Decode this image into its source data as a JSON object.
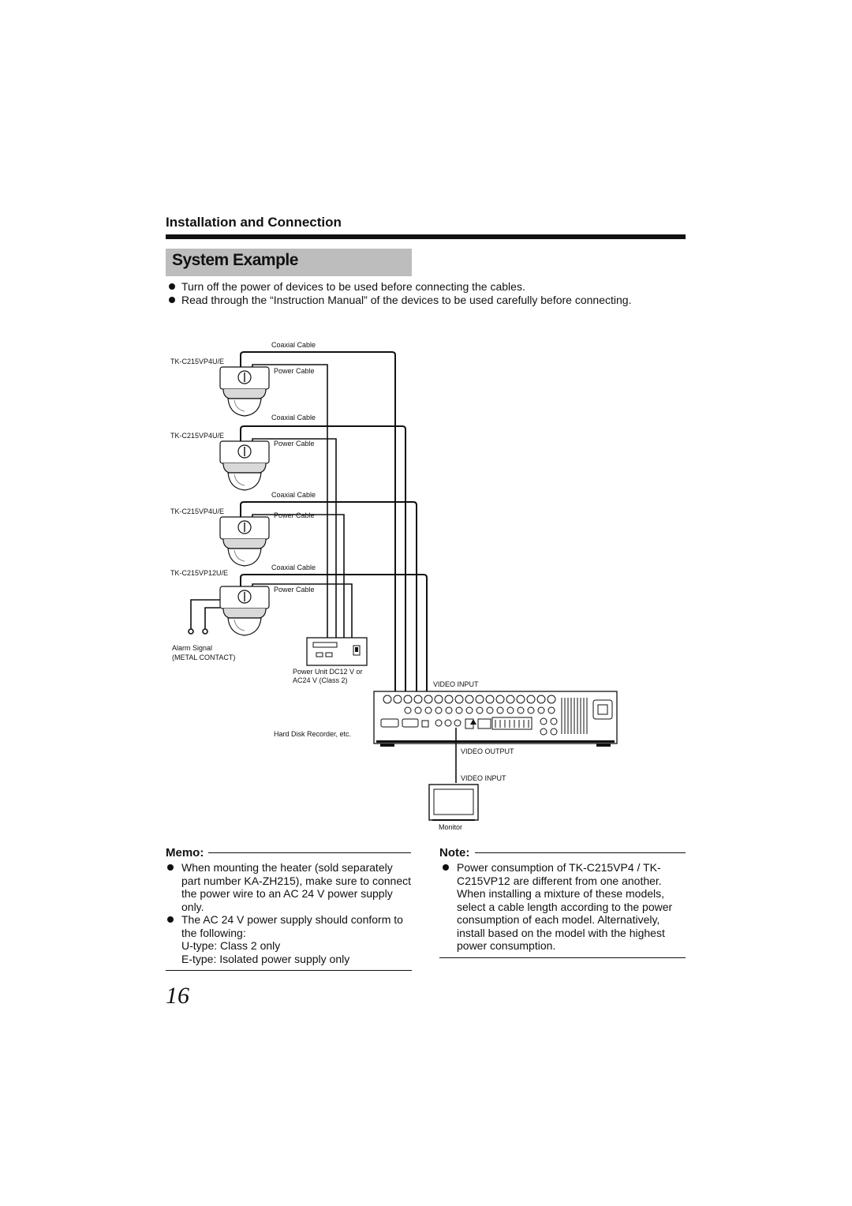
{
  "header": {
    "section_title": "Installation and Connection",
    "page_title": "System Example"
  },
  "intro_bullets": [
    "Turn off the power of devices to be used before connecting the cables.",
    "Read through the “Instruction Manual” of the devices to be used carefully before connecting."
  ],
  "diagram": {
    "cameras": [
      {
        "model": "TK-C215VP4U/E",
        "coax_label": "Coaxial Cable",
        "power_label": "Power Cable"
      },
      {
        "model": "TK-C215VP4U/E",
        "coax_label": "Coaxial Cable",
        "power_label": "Power Cable"
      },
      {
        "model": "TK-C215VP4U/E",
        "coax_label": "Coaxial Cable",
        "power_label": "Power Cable"
      },
      {
        "model": "TK-C215VP12U/E",
        "coax_label": "Coaxial Cable",
        "power_label": "Power Cable"
      }
    ],
    "alarm_label_1": "Alarm Signal",
    "alarm_label_2": "(METAL CONTACT)",
    "power_unit_label_1": "Power Unit DC12 V or",
    "power_unit_label_2": "AC24 V (Class 2)",
    "recorder_label": "Hard Disk Recorder, etc.",
    "video_input_label": "VIDEO INPUT",
    "video_output_label": "VIDEO OUTPUT",
    "monitor_input_label": "VIDEO INPUT",
    "monitor_label": "Monitor"
  },
  "memo": {
    "heading": "Memo:",
    "items": [
      "When mounting the heater (sold separately part number KA-ZH215), make sure to connect the power wire to an AC 24 V power supply only.",
      "The AC 24 V power supply should conform to the following:"
    ],
    "sub_lines": [
      "U-type: Class 2 only",
      "E-type: Isolated power supply only"
    ]
  },
  "note": {
    "heading": "Note:",
    "items": [
      "Power consumption of TK-C215VP4 / TK-C215VP12 are different from one another. When installing a mixture of these models, select a cable length according to the power consumption of each model. Alternatively, install based on the model with the highest power consumption."
    ]
  },
  "page_number": "16"
}
